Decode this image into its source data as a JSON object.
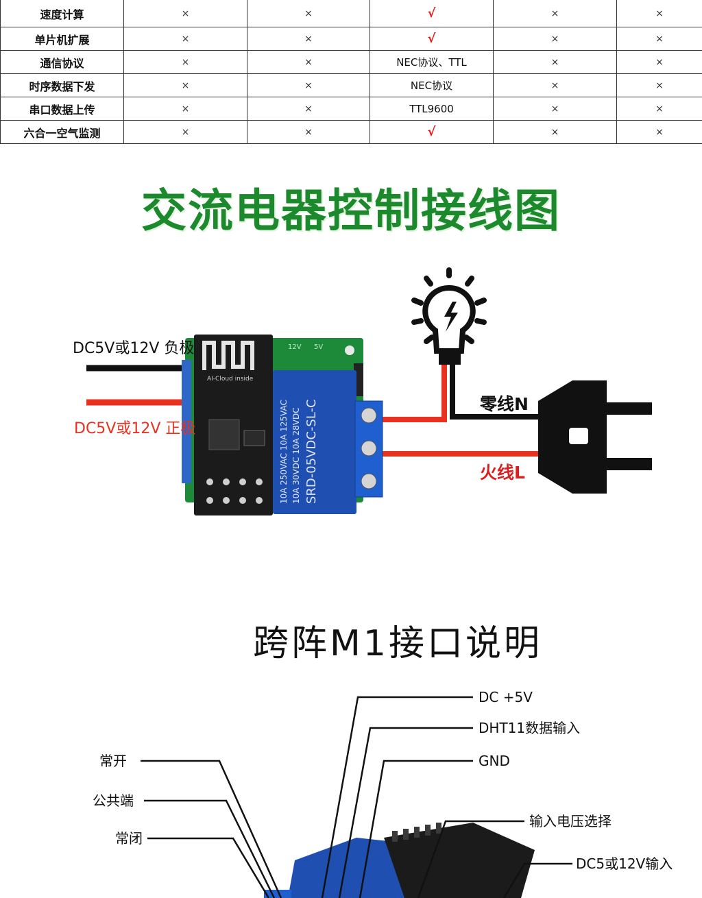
{
  "table": {
    "rows": [
      {
        "label": "速度计算",
        "cells": [
          "×",
          "×",
          "√",
          "×",
          "×"
        ]
      },
      {
        "label": "单片机扩展",
        "cells": [
          "×",
          "×",
          "√",
          "×",
          "×"
        ]
      },
      {
        "label": "通信协议",
        "cells": [
          "×",
          "×",
          "NEC协议、TTL",
          "×",
          "×"
        ]
      },
      {
        "label": "时序数据下发",
        "cells": [
          "×",
          "×",
          "NEC协议",
          "×",
          "×"
        ]
      },
      {
        "label": "串口数据上传",
        "cells": [
          "×",
          "×",
          "TTL9600",
          "×",
          "×"
        ]
      },
      {
        "label": "六合一空气监测",
        "cells": [
          "×",
          "×",
          "√",
          "×",
          "×"
        ]
      }
    ]
  },
  "wiring_section": {
    "title": "交流电器控制接线图",
    "label_negative": "DC5V或12V 负极",
    "label_positive": "DC5V或12V 正极",
    "label_neutral": "零线N",
    "label_live": "火线L",
    "module_text": "AI-Cloud inside",
    "relay_lines": [
      "10A 250VAC  10A 125VAC",
      "10A 30VDC  10A 28VDC",
      "SRD-05VDC-SL-C"
    ],
    "board_marks": [
      "12V",
      "5V"
    ]
  },
  "interface_section": {
    "title": "跨阵M1接口说明",
    "labels_right": [
      "DC  +5V",
      "DHT11数据输入",
      "GND",
      "输入电压选择",
      "DC5或12V输入"
    ],
    "labels_left": [
      "常开",
      "公共端",
      "常闭"
    ]
  },
  "colors": {
    "title_green": "#1c8a2c",
    "check_red": "#e61919",
    "wire_red": "#e8311f",
    "relay_blue": "#1f4fb0",
    "pcb_green": "#1d8a3a"
  }
}
